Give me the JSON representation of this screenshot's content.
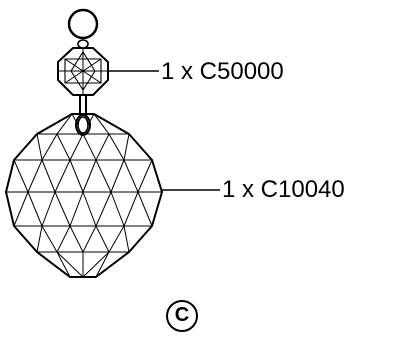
{
  "callouts": {
    "top": "1 x C50000",
    "bottom": "1 x C10040"
  },
  "badge": "C",
  "icons": [
    "jump-ring-icon",
    "octagon-connector-icon",
    "faceted-ball-prism-icon"
  ],
  "colors": {
    "line": "#000000",
    "background": "#ffffff"
  }
}
